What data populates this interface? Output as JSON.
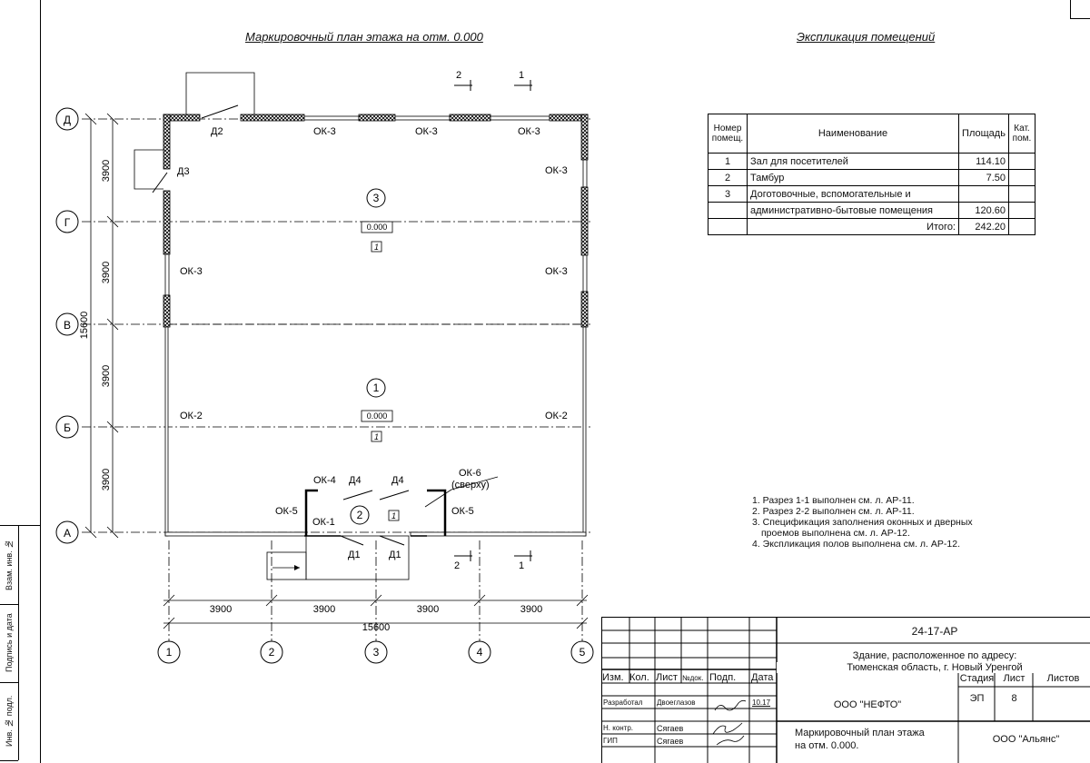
{
  "plan_title": "Маркировочный план этажа на отм. 0.000",
  "explication_title": "Экспликация помещений",
  "grid_rows": [
    "Д",
    "Г",
    "В",
    "Б",
    "А"
  ],
  "grid_cols": [
    "1",
    "2",
    "3",
    "4",
    "5"
  ],
  "dim_row": "3900",
  "dim_total": "15600",
  "section_marks": [
    "1",
    "2"
  ],
  "rooms": [
    {
      "num": "3",
      "level": "0.000",
      "cat": "1"
    },
    {
      "num": "1",
      "level": "0.000",
      "cat": "1"
    },
    {
      "num": "2",
      "cat": "1"
    }
  ],
  "labels": {
    "d1": "Д1",
    "d2": "Д2",
    "d3": "Д3",
    "d4": "Д4",
    "ok1": "ОК-1",
    "ok2": "ОК-2",
    "ok3": "ОК-3",
    "ok4": "ОК-4",
    "ok5": "ОК-5",
    "ok6": "ОК-6",
    "ok6b": "(сверху)"
  },
  "table": {
    "headers": [
      "Номер помещ.",
      "Наименование",
      "Площадь",
      "Кат. пом."
    ],
    "rows": [
      [
        "1",
        "Зал для посетителей",
        "114.10",
        ""
      ],
      [
        "2",
        "Тамбур",
        "7.50",
        ""
      ],
      [
        "3",
        "Доготовочные, вспомогательные и",
        "",
        ""
      ],
      [
        "",
        "административно-бытовые помещения",
        "120.60",
        ""
      ],
      [
        "",
        "Итого:",
        "242.20",
        ""
      ]
    ]
  },
  "notes": [
    "1. Разрез 1-1 выполнен см. л. АР-11.",
    "2. Разрез 2-2 выполнен см. л. АР-11.",
    "3. Спецификация заполнения оконных и дверных",
    "   проемов выполнена см. л. АР-12.",
    "4. Экспликация полов выполнена см. л. АР-12."
  ],
  "side_stamp": [
    "Взам. инв. №",
    "Подпись и дата",
    "Инв. № подл."
  ],
  "stamp": {
    "code": "24-17-АР",
    "address1": "Здание, расположенное по адресу:",
    "address2": "Тюменская область, г. Новый Уренгой",
    "hdr": [
      "Изм.",
      "Кол.",
      "Лист",
      "№док.",
      "Подп.",
      "Дата"
    ],
    "razrab": "Разработал",
    "razrab_name": "Двоеглазов",
    "razrab_date": "10.17",
    "nkontr": "Н. контр.",
    "nkontr_name": "Сягаев",
    "gip": "ГИП",
    "gip_name": "Сягаев",
    "org_customer": "ООО \"НЕФТО\"",
    "stadia_h": "Стадия",
    "list_h": "Лист",
    "listov_h": "Листов",
    "stadia": "ЭП",
    "list": "8",
    "sheet_name1": "Маркировочный план этажа",
    "sheet_name2": "на отм. 0.000.",
    "org": "ООО \"Альянс\""
  }
}
